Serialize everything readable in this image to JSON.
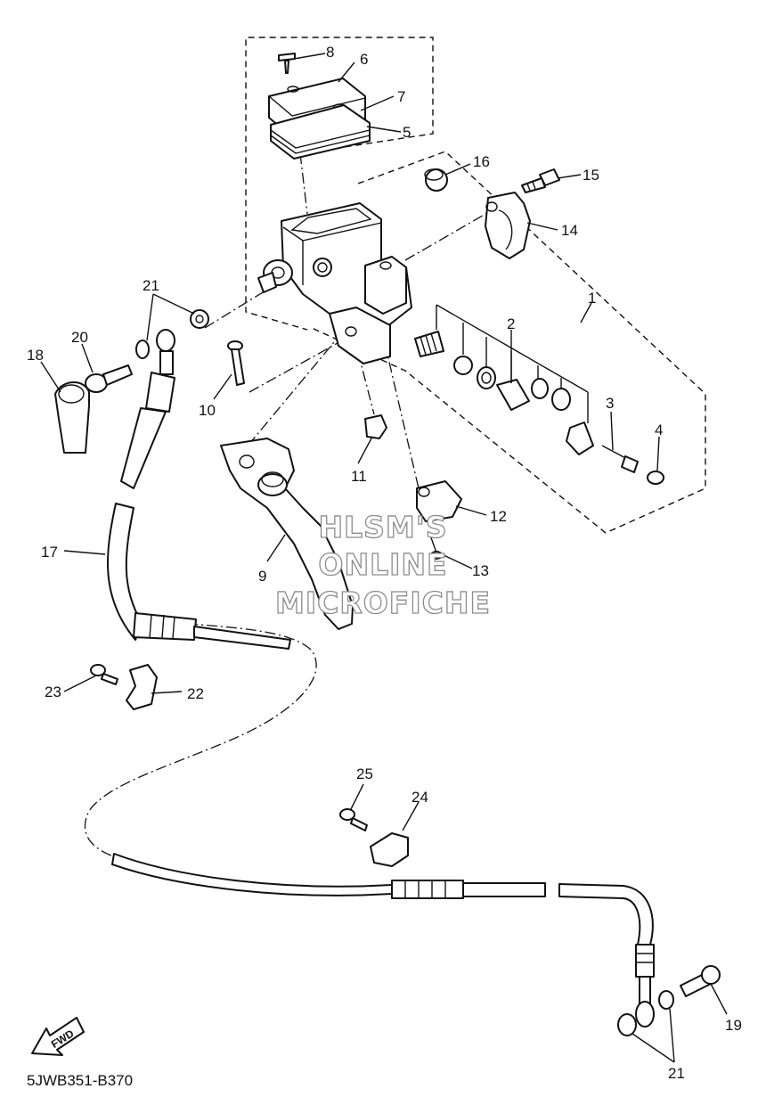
{
  "diagram_code": "5JWB351-B370",
  "fwd_label": "FWD",
  "watermark": {
    "line1": "HLSM'S",
    "line2": "ONLINE",
    "line3": "MICROFICHE"
  },
  "callouts": {
    "n1": "1",
    "n2": "2",
    "n3": "3",
    "n4": "4",
    "n5": "5",
    "n6": "6",
    "n7": "7",
    "n8": "8",
    "n9": "9",
    "n10": "10",
    "n11": "11",
    "n12": "12",
    "n13": "13",
    "n14": "14",
    "n15": "15",
    "n16": "16",
    "n17": "17",
    "n18": "18",
    "n19": "19",
    "n20": "20",
    "n21a": "21",
    "n21b": "21",
    "n22": "22",
    "n23": "23",
    "n24": "24",
    "n25": "25"
  }
}
